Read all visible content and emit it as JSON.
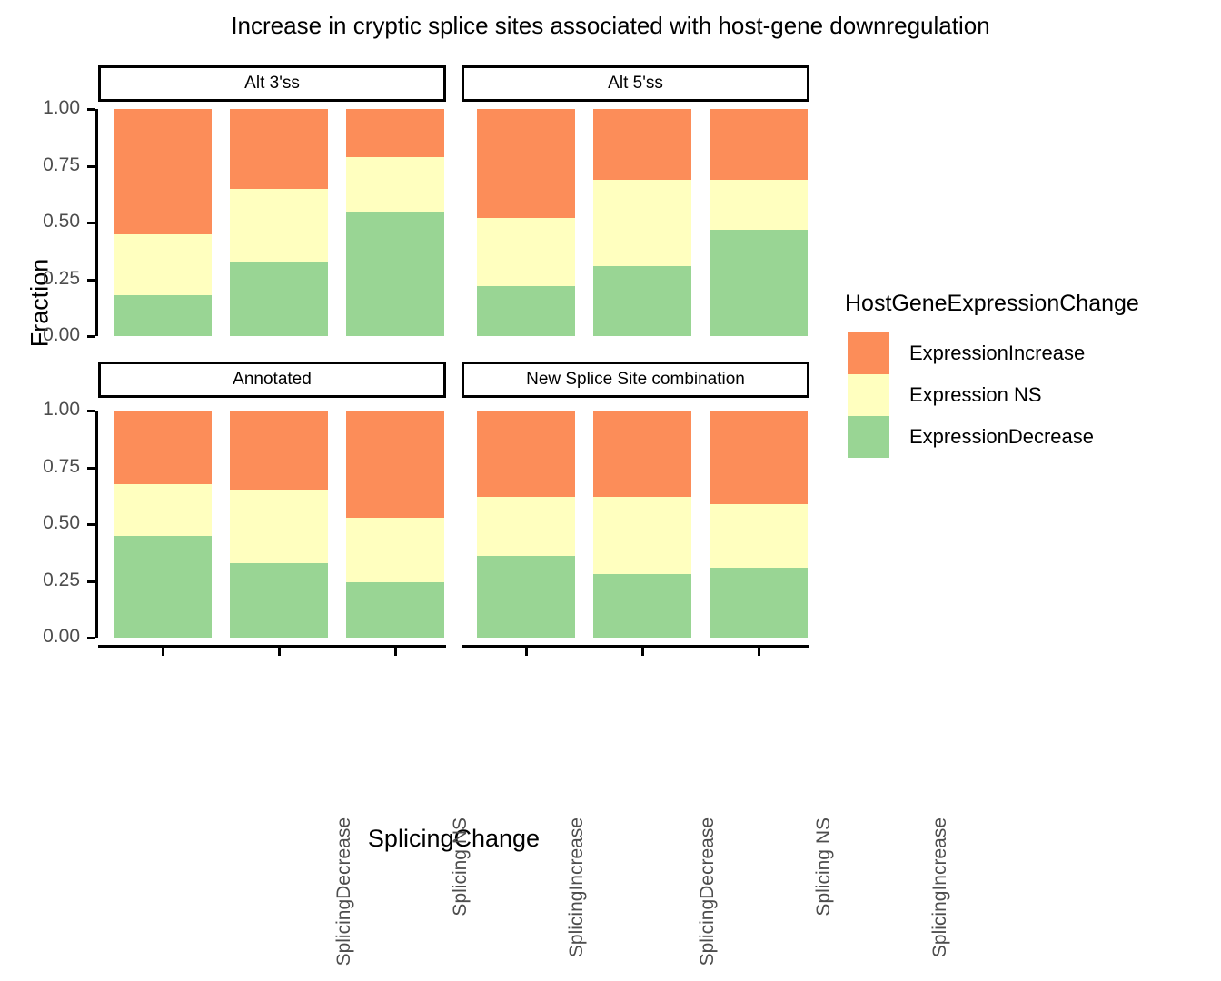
{
  "title": "Increase in cryptic splice sites associated with host-gene downregulation",
  "axes": {
    "x_title": "SplicingChange",
    "y_title": "Fraction",
    "y_ticks": [
      "0.00",
      "0.25",
      "0.50",
      "0.75",
      "1.00"
    ],
    "x_ticks": [
      "SplicingDecrease",
      "Splicing NS",
      "SplicingIncrease"
    ]
  },
  "legend": {
    "title": "HostGeneExpressionChange",
    "items": [
      {
        "label": "ExpressionIncrease",
        "color": "#FC8D59"
      },
      {
        "label": "Expression NS",
        "color": "#FFFFBF"
      },
      {
        "label": "ExpressionDecrease",
        "color": "#99D594"
      }
    ]
  },
  "colors": {
    "expression_increase": "#FC8D59",
    "expression_ns": "#FFFFBF",
    "expression_decrease": "#99D594",
    "axis_text": "#4d4d4d",
    "panel_border": "#000000",
    "background": "#ffffff"
  },
  "panels": [
    {
      "label": "Alt 3'ss"
    },
    {
      "label": "Alt 5'ss"
    },
    {
      "label": "Annotated"
    },
    {
      "label": "New Splice Site combination"
    }
  ],
  "chart_data": {
    "type": "bar",
    "title": "Increase in cryptic splice sites associated with host-gene downregulation",
    "xlabel": "SplicingChange",
    "ylabel": "Fraction",
    "ylim": [
      0,
      1
    ],
    "ytick_values": [
      0.0,
      0.25,
      0.5,
      0.75,
      1.0
    ],
    "grid": false,
    "stacked": true,
    "stack_normalized": true,
    "legend_title": "HostGeneExpressionChange",
    "legend_position": "right",
    "facet_variable": "SpliceSiteClass",
    "facet_layout": "2x2",
    "categories": [
      "SplicingDecrease",
      "Splicing NS",
      "SplicingIncrease"
    ],
    "series_order_bottom_to_top": [
      "ExpressionDecrease",
      "Expression NS",
      "ExpressionIncrease"
    ],
    "facets": [
      {
        "name": "Alt 3'ss",
        "series": [
          {
            "name": "ExpressionDecrease",
            "color": "#99D594",
            "values": [
              0.18,
              0.33,
              0.55
            ]
          },
          {
            "name": "Expression NS",
            "color": "#FFFFBF",
            "values": [
              0.27,
              0.32,
              0.24
            ]
          },
          {
            "name": "ExpressionIncrease",
            "color": "#FC8D59",
            "values": [
              0.55,
              0.35,
              0.21
            ]
          }
        ],
        "cumulative_tops": [
          [
            0.18,
            0.45,
            1.0
          ],
          [
            0.33,
            0.65,
            1.0
          ],
          [
            0.55,
            0.79,
            1.0
          ]
        ]
      },
      {
        "name": "Alt 5'ss",
        "series": [
          {
            "name": "ExpressionDecrease",
            "color": "#99D594",
            "values": [
              0.22,
              0.31,
              0.47
            ]
          },
          {
            "name": "Expression NS",
            "color": "#FFFFBF",
            "values": [
              0.3,
              0.38,
              0.22
            ]
          },
          {
            "name": "ExpressionIncrease",
            "color": "#FC8D59",
            "values": [
              0.48,
              0.31,
              0.31
            ]
          }
        ],
        "cumulative_tops": [
          [
            0.22,
            0.52,
            1.0
          ],
          [
            0.31,
            0.69,
            1.0
          ],
          [
            0.47,
            0.69,
            1.0
          ]
        ]
      },
      {
        "name": "Annotated",
        "series": [
          {
            "name": "ExpressionDecrease",
            "color": "#99D594",
            "values": [
              0.45,
              0.33,
              0.245
            ]
          },
          {
            "name": "Expression NS",
            "color": "#FFFFBF",
            "values": [
              0.225,
              0.32,
              0.285
            ]
          },
          {
            "name": "ExpressionIncrease",
            "color": "#FC8D59",
            "values": [
              0.325,
              0.35,
              0.47
            ]
          }
        ],
        "cumulative_tops": [
          [
            0.45,
            0.675,
            1.0
          ],
          [
            0.33,
            0.65,
            1.0
          ],
          [
            0.245,
            0.53,
            1.0
          ]
        ]
      },
      {
        "name": "New Splice Site combination",
        "series": [
          {
            "name": "ExpressionDecrease",
            "color": "#99D594",
            "values": [
              0.36,
              0.28,
              0.31
            ]
          },
          {
            "name": "Expression NS",
            "color": "#FFFFBF",
            "values": [
              0.26,
              0.34,
              0.28
            ]
          },
          {
            "name": "ExpressionIncrease",
            "color": "#FC8D59",
            "values": [
              0.38,
              0.38,
              0.41
            ]
          }
        ],
        "cumulative_tops": [
          [
            0.36,
            0.62,
            1.0
          ],
          [
            0.28,
            0.62,
            1.0
          ],
          [
            0.31,
            0.59,
            1.0
          ]
        ]
      }
    ]
  }
}
